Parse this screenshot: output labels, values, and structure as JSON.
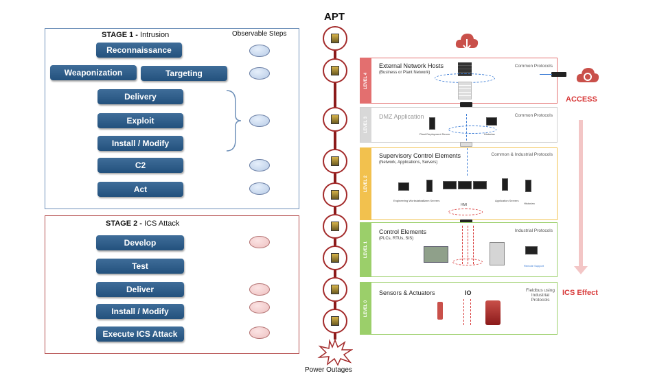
{
  "stage1": {
    "title_bold": "STAGE 1 -",
    "title_rest": " Intrusion",
    "observable_label": "Observable Steps",
    "steps": [
      "Reconnaissance",
      "Weaponization",
      "Targeting",
      "Delivery",
      "Exploit",
      "Install / Modify",
      "C2",
      "Act"
    ]
  },
  "stage2": {
    "title_bold": "STAGE 2 -",
    "title_rest": " ICS Attack",
    "steps": [
      "Develop",
      "Test",
      "Deliver",
      "Install / Modify",
      "Execute ICS Attack"
    ]
  },
  "apt": {
    "label": "APT",
    "outcome": "Power Outages"
  },
  "levels": [
    {
      "tag": "LEVEL 4",
      "title": "External Network Hosts",
      "subtitle": "(Business or Plant Network)",
      "protocol": "Common Protocols",
      "color": "#e36f6f"
    },
    {
      "tag": "LEVEL 3",
      "title": "DMZ Application",
      "subtitle": "",
      "protocol": "Common Protocols",
      "color": "#d8d8d8"
    },
    {
      "tag": "LEVEL 2",
      "title": "Supervisory Control Elements",
      "subtitle": "(Network, Applications, Servers)",
      "protocol": "Common & Industrial Protocols",
      "color": "#f2c14e"
    },
    {
      "tag": "LEVEL 1",
      "title": "Control Elements",
      "subtitle": "(PLCs, RTUs, SIS)",
      "protocol": "Industrial Protocols",
      "color": "#9bcf6a"
    },
    {
      "tag": "LEVEL 0",
      "title": "Sensors & Actuators",
      "subtitle": "",
      "protocol": "Fieldbus using Industrial Protocols",
      "color": "#9bcf6a"
    }
  ],
  "level3_devices": [
    "Plant Deployment Server",
    "Historian"
  ],
  "level2_devices": [
    "Engineering Workstation",
    "Alarm Servers",
    "HMI",
    "Application Servers",
    "Historian"
  ],
  "level1_devices": [
    "Remote Support"
  ],
  "io_label": "IO",
  "access_label": "ACCESS",
  "ics_effect_label": "ICS Effect",
  "colors": {
    "button": "#2e5f8f",
    "stage1_border": "#6d8fb8",
    "stage2_border": "#b44b4b",
    "apt_line": "#8b1a1a",
    "access": "#d83a3a"
  }
}
